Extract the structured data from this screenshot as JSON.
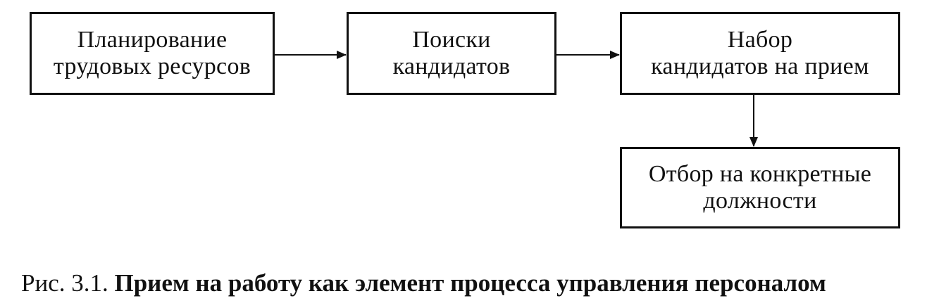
{
  "boxes": {
    "planning": {
      "lines": [
        "Планирование",
        "трудовых ресурсов"
      ]
    },
    "search": {
      "lines": [
        "Поиски",
        "кандидатов"
      ]
    },
    "recruit": {
      "lines": [
        "Набор",
        "кандидатов на прием"
      ]
    },
    "selection": {
      "lines": [
        "Отбор на конкретные",
        "должности"
      ]
    }
  },
  "caption": {
    "prefix": "Рис. 3.1.",
    "title": "Прием на работу как элемент процесса управления персоналом"
  },
  "colors": {
    "line": "#111111",
    "background": "#ffffff"
  }
}
